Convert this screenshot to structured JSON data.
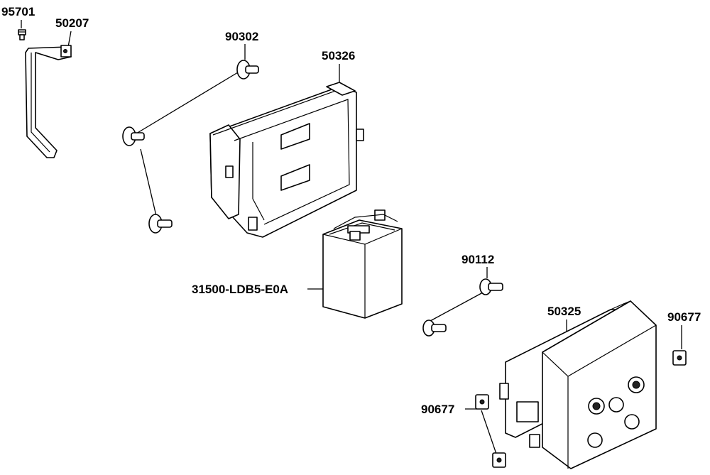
{
  "diagram": {
    "parts": [
      {
        "id": "95701",
        "label": "95701",
        "icon": "bolt-icon"
      },
      {
        "id": "50207",
        "label": "50207",
        "icon": "bracket-icon"
      },
      {
        "id": "90302",
        "label": "90302",
        "icon": "rubber-mount-icon"
      },
      {
        "id": "50326",
        "label": "50326",
        "icon": "battery-tray-icon"
      },
      {
        "id": "31500",
        "label": "31500-LDB5-E0A",
        "icon": "battery-icon"
      },
      {
        "id": "90112",
        "label": "90112",
        "icon": "screw-icon"
      },
      {
        "id": "50325",
        "label": "50325",
        "icon": "battery-cover-icon"
      },
      {
        "id": "90677a",
        "label": "90677",
        "icon": "clip-nut-icon"
      },
      {
        "id": "90677b",
        "label": "90677",
        "icon": "clip-nut-icon"
      }
    ],
    "colors": {
      "line": "#000000",
      "background": "#ffffff"
    }
  }
}
